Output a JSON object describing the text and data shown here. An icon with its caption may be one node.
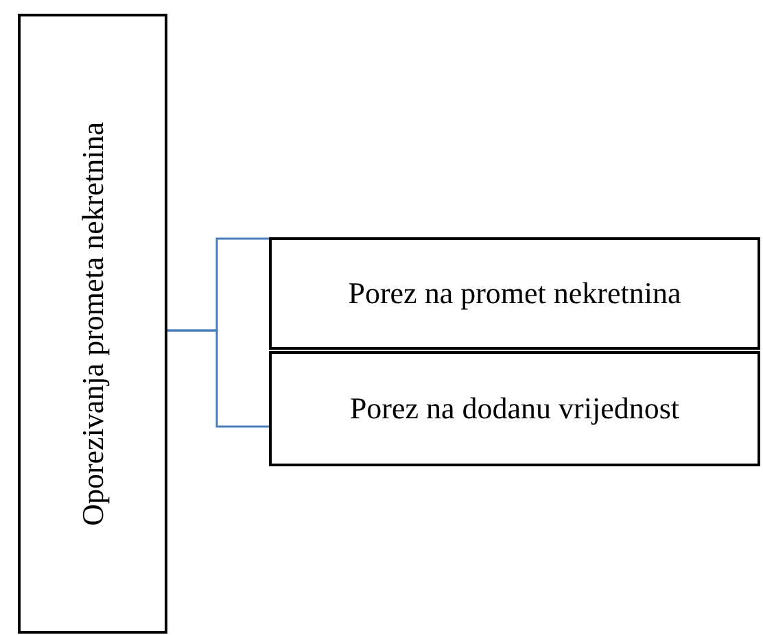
{
  "diagram": {
    "nodes": [
      {
        "text": [
          "Oporezivanja prometa nekretnina"
        ]
      },
      {
        "text": [
          "Porez na promet nekretnina"
        ]
      },
      {
        "text": [
          "Porez na dodanu vrijednost"
        ]
      }
    ],
    "edges": [
      {
        "from": 0,
        "to": 1,
        "arrow": "none"
      },
      {
        "from": 0,
        "to": 2,
        "arrow": "none"
      }
    ]
  }
}
